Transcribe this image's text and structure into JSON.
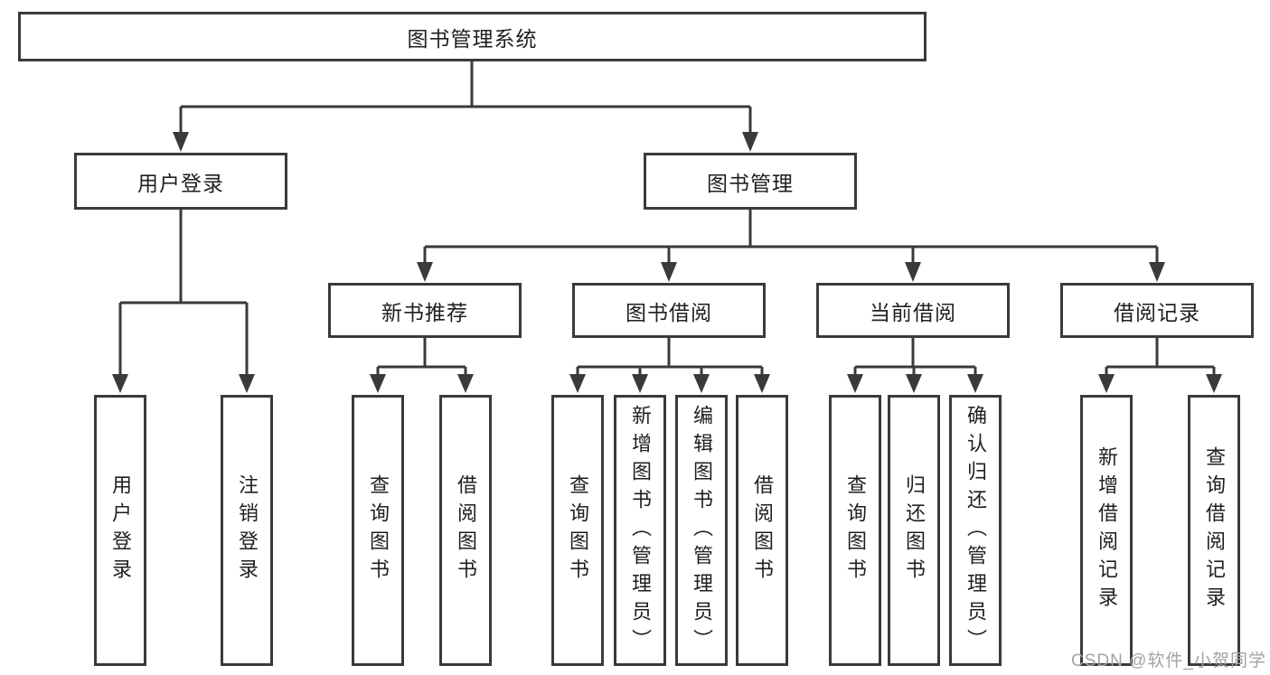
{
  "tree": {
    "root": "图书管理系统",
    "branches": [
      {
        "label": "用户登录",
        "children": [
          "用户登录",
          "注销登录"
        ]
      },
      {
        "label": "图书管理",
        "groups": [
          {
            "label": "新书推荐",
            "children": [
              "查询图书",
              "借阅图书"
            ]
          },
          {
            "label": "图书借阅",
            "children": [
              "查询图书",
              "新增图书（管理员）",
              "编辑图书（管理员）",
              "借阅图书"
            ]
          },
          {
            "label": "当前借阅",
            "children": [
              "查询图书",
              "归还图书",
              "确认归还（管理员）"
            ]
          },
          {
            "label": "借阅记录",
            "children": [
              "新增借阅记录",
              "查询借阅记录"
            ]
          }
        ]
      }
    ]
  },
  "watermark": {
    "text": "CSDN @软件_小贺同学"
  },
  "colors": {
    "line": "#3a3a3a",
    "box_border": "#3a3a3a",
    "box_background": "#ffffff",
    "text": "#1f1f1f",
    "watermark": "#a3a3a3",
    "background": "#ffffff"
  }
}
